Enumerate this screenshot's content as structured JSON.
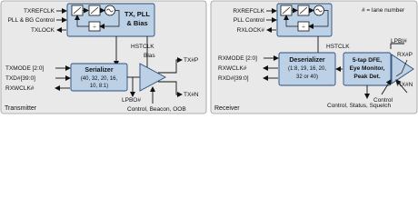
{
  "note": "# = lane number",
  "colors": {
    "panel_bg": "#e9e9e9",
    "block_fill": "#bcd0e6",
    "block_stroke": "#2b4e7a",
    "line": "#111111"
  },
  "transmitter": {
    "label": "Transmitter",
    "inputs": {
      "txrefclk": "TXREFCLK",
      "pll_bg": "PLL & BG Control",
      "txlock": "TXLOCK"
    },
    "pll_block": {
      "label_line1": "TX, PLL",
      "label_line2": "& Bias",
      "pll_icons": [
        "phase-detector-icon",
        "pll-filter-icon",
        "vco-icon",
        "divider-icon"
      ]
    },
    "hstclk": "HSTCLK",
    "bias": "Bias",
    "ports": {
      "txmode": "TXMODE [2:0]",
      "txd": "TXD#[39:0]",
      "rxwclk": "RXWCLK#"
    },
    "serializer": {
      "title": "Serializer",
      "sub_line1": "(40, 32, 20, 16,",
      "sub_line2": "10, 8:1)"
    },
    "outputs": {
      "txp": "TX#P",
      "txn": "TX#N",
      "lpbo": "LPBO#"
    },
    "control_label": "Control, Beacon, OOB"
  },
  "receiver": {
    "label": "Receiver",
    "inputs": {
      "rxrefclk": "RXREFCLK",
      "pll_control": "PLL Control",
      "rxlock": "RXLOCK#"
    },
    "pll_icons": [
      "phase-detector-icon",
      "pll-filter-icon",
      "vco-icon",
      "divider-icon"
    ],
    "hstclk": "HSTCLK",
    "ports": {
      "rxmode": "RXMODE [2:0]",
      "rxwclk": "RXWCLK#",
      "rxd": "RXD#[39:0]"
    },
    "deserializer": {
      "title": "Deserializer",
      "sub_line1": "(1:8, 19, 16, 20,",
      "sub_line2": "32 or 40)"
    },
    "dfe": {
      "line1": "5-tap DFE,",
      "line2": "Eye Monitor,",
      "line3": "Peak Det."
    },
    "inputs_rx": {
      "lpbi": "LPBI#",
      "rxp": "RX#P",
      "rxn": "RX#N",
      "control": "Control"
    },
    "status_label": "Control, Status, Squelch"
  }
}
